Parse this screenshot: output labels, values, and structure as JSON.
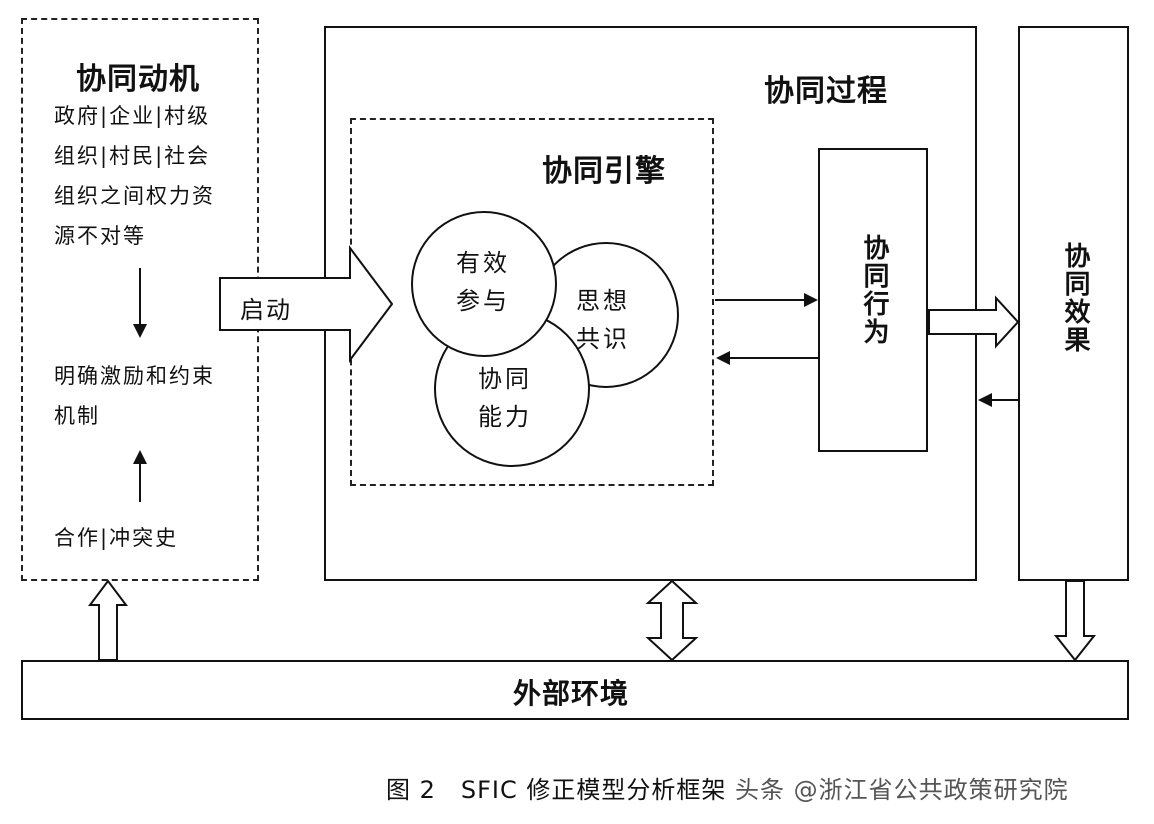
{
  "motivation": {
    "title": "协同动机",
    "lines_top": [
      "政府|企业|村级",
      "组织|村民|社会",
      "组织之间权力资",
      "源不对等"
    ],
    "lines_mid": [
      "明确激励和约束",
      "机制"
    ],
    "lines_bottom": [
      "合作|冲突史"
    ]
  },
  "process": {
    "title": "协同过程"
  },
  "engine": {
    "title": "协同引擎",
    "circles": {
      "participation": [
        "有效",
        "参与"
      ],
      "consensus": [
        "思想",
        "共识"
      ],
      "capability": [
        "协同",
        "能力"
      ]
    }
  },
  "start_arrow": {
    "label": "启动"
  },
  "behavior": {
    "label": "协同行为"
  },
  "effect": {
    "label": "协同效果"
  },
  "environment": {
    "label": "外部环境"
  },
  "caption": {
    "text": "图 2　SFIC 修正模型分析框架",
    "watermark": "头条 @浙江省公共政策研究院"
  }
}
